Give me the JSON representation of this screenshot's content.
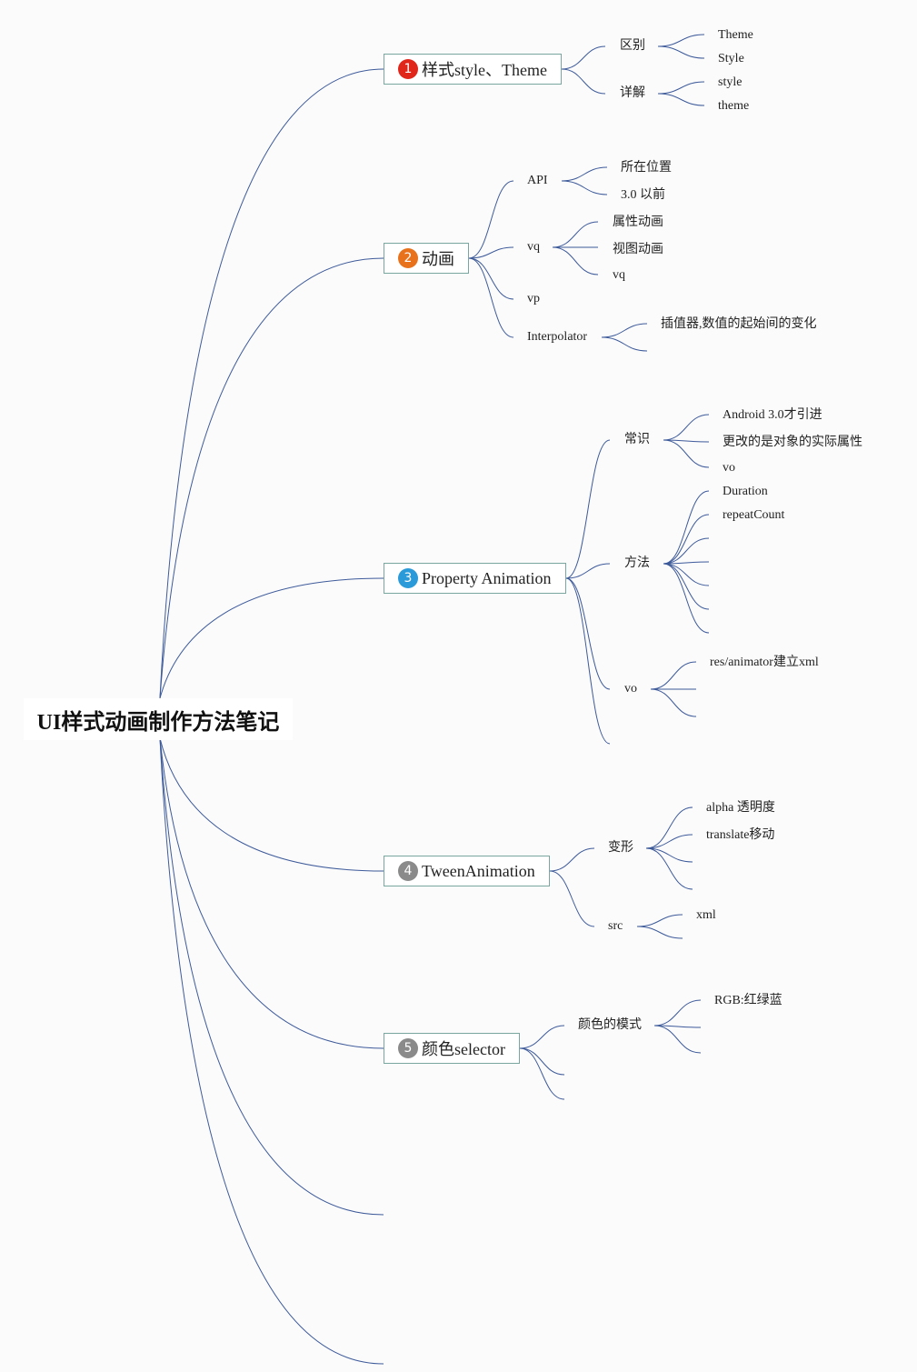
{
  "root": {
    "title": "UI样式动画制作方法笔记"
  },
  "branches": [
    {
      "number": "1",
      "badge_color": "#e0261b",
      "title": "样式style、Theme",
      "children": [
        {
          "label": "区别",
          "children": [
            {
              "label": "Theme"
            },
            {
              "label": "Style"
            }
          ]
        },
        {
          "label": "详解",
          "children": [
            {
              "label": "style"
            },
            {
              "label": "theme"
            }
          ]
        }
      ]
    },
    {
      "number": "2",
      "badge_color": "#e8721c",
      "title": "动画",
      "children": [
        {
          "label": "API",
          "children": [
            {
              "label": "所在位置"
            },
            {
              "label": "3.0 以前"
            }
          ]
        },
        {
          "label": "vq",
          "children": [
            {
              "label": "属性动画"
            },
            {
              "label": "视图动画"
            },
            {
              "label": "vq"
            }
          ]
        },
        {
          "label": "vp",
          "children": []
        },
        {
          "label": "Interpolator",
          "children": [
            {
              "label": "插值器,数值的起始间的变化"
            },
            {
              "label": ""
            }
          ]
        }
      ]
    },
    {
      "number": "3",
      "badge_color": "#2a9ad8",
      "title": "Property Animation",
      "children": [
        {
          "label": "常识",
          "children": [
            {
              "label": "Android 3.0才引进"
            },
            {
              "label": "更改的是对象的实际属性"
            },
            {
              "label": "vo"
            }
          ]
        },
        {
          "label": "方法",
          "children": [
            {
              "label": "Duration"
            },
            {
              "label": "repeatCount"
            },
            {
              "label": ""
            },
            {
              "label": ""
            },
            {
              "label": ""
            },
            {
              "label": ""
            },
            {
              "label": ""
            }
          ]
        },
        {
          "label": "vo",
          "children": [
            {
              "label": "res/animator建立xml"
            },
            {
              "label": ""
            },
            {
              "label": ""
            }
          ]
        },
        {
          "label": "",
          "children": []
        }
      ]
    },
    {
      "number": "4",
      "badge_color": "#8a8a8a",
      "title": "TweenAnimation",
      "children": [
        {
          "label": "变形",
          "children": [
            {
              "label": "alpha 透明度"
            },
            {
              "label": "translate移动"
            },
            {
              "label": ""
            },
            {
              "label": ""
            }
          ]
        },
        {
          "label": "src",
          "children": [
            {
              "label": "xml"
            },
            {
              "label": ""
            }
          ]
        }
      ]
    },
    {
      "number": "5",
      "badge_color": "#8a8a8a",
      "title": "颜色selector",
      "children": [
        {
          "label": "颜色的模式",
          "children": [
            {
              "label": "RGB:红绿蓝"
            },
            {
              "label": ""
            },
            {
              "label": ""
            }
          ]
        },
        {
          "label": "",
          "children": []
        },
        {
          "label": "",
          "children": []
        }
      ]
    },
    {
      "title": "",
      "children": []
    },
    {
      "title": "",
      "children": []
    }
  ]
}
